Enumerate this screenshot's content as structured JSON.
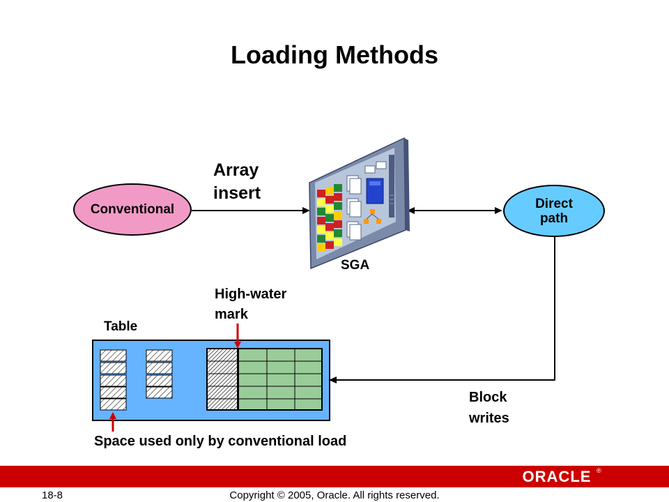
{
  "title": "Loading Methods",
  "diagram": {
    "conventional_label": "Conventional",
    "direct_path_label_line1": "Direct",
    "direct_path_label_line2": "path",
    "array_insert_line1": "Array",
    "array_insert_line2": "insert",
    "sga_label": "SGA",
    "high_water_mark_line1": "High-water",
    "high_water_mark_line2": "mark",
    "table_label": "Table",
    "block_writes_line1": "Block",
    "block_writes_line2": "writes",
    "space_used_label": "Space used only by conventional load"
  },
  "colors": {
    "conventional_oval": "#f29ac6",
    "direct_path_oval": "#66ccff",
    "table_fill": "#66b3ff",
    "green_blocks": "#99cc99",
    "marker_red": "#cc0000",
    "footer_bar": "#cc0000"
  },
  "footer": {
    "page_number": "18-8",
    "copyright": "Copyright © 2005, Oracle.  All rights reserved.",
    "logo_text": "ORACLE",
    "logo_reg": "®"
  }
}
